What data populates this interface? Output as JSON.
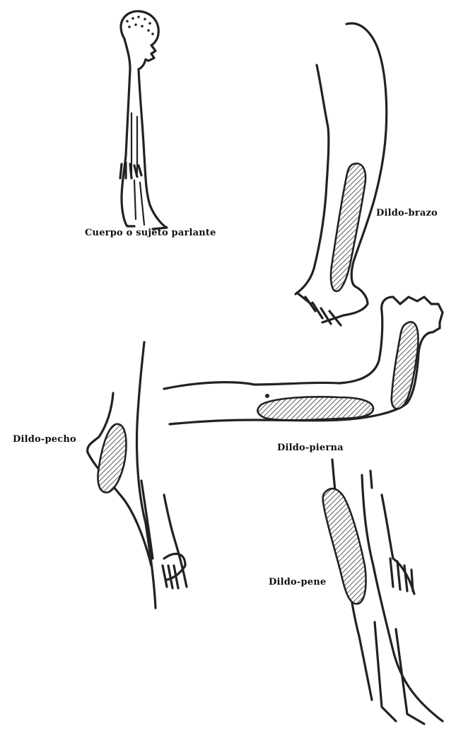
{
  "labels": {
    "cuerpo": "Cuerpo o sujeto parlante",
    "brazo": "Dildo-brazo",
    "pecho": "Dildo-pecho",
    "pierna": "Dildo-pierna",
    "pene": "Dildo-pene"
  }
}
